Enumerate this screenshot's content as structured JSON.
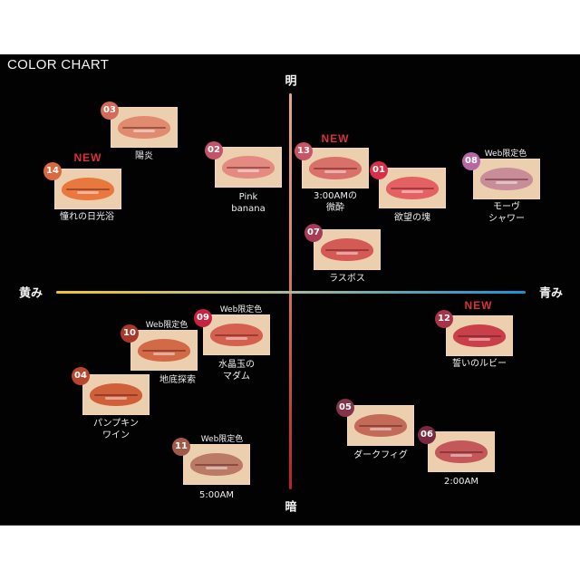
{
  "title": "COLOR CHART",
  "axes": {
    "top": "明",
    "bottom": "暗",
    "left": "黄み",
    "right": "青み"
  },
  "tags": {
    "new": "NEW",
    "web_limited": "Web限定色"
  },
  "swatches": [
    {
      "id": "03",
      "name_line1": "陽炎",
      "name_line2": "",
      "badge_color": "#d46a5a",
      "lip_color": "#e08a70",
      "tag": ""
    },
    {
      "id": "14",
      "name_line1": "憧れの日光浴",
      "name_line2": "",
      "badge_color": "#d96a40",
      "lip_color": "#e8783e",
      "tag": "NEW"
    },
    {
      "id": "02",
      "name_line1": "Pink",
      "name_line2": "banana",
      "badge_color": "#c2546a",
      "lip_color": "#e48a80",
      "tag": ""
    },
    {
      "id": "13",
      "name_line1": "3:00AMの",
      "name_line2": "微酔",
      "badge_color": "#c75565",
      "lip_color": "#d9706a",
      "tag": "NEW"
    },
    {
      "id": "01",
      "name_line1": "欲望の塊",
      "name_line2": "",
      "badge_color": "#d72f4a",
      "lip_color": "#e56063",
      "tag": ""
    },
    {
      "id": "08",
      "name_line1": "モーヴ",
      "name_line2": "シャワー",
      "badge_color": "#b668a6",
      "lip_color": "#c98d99",
      "tag": "Web限定色"
    },
    {
      "id": "07",
      "name_line1": "ラスボス",
      "name_line2": "",
      "badge_color": "#a93a55",
      "lip_color": "#d45a55",
      "tag": ""
    },
    {
      "id": "12",
      "name_line1": "誓いのルビー",
      "name_line2": "",
      "badge_color": "#a83348",
      "lip_color": "#c9404a",
      "tag": "NEW"
    },
    {
      "id": "09",
      "name_line1": "水晶玉の",
      "name_line2": "マダム",
      "badge_color": "#c8223f",
      "lip_color": "#d5604f",
      "tag": "Web限定色"
    },
    {
      "id": "10",
      "name_line1": "地底探索",
      "name_line2": "",
      "badge_color": "#a9382c",
      "lip_color": "#d26a48",
      "tag": "Web限定色"
    },
    {
      "id": "04",
      "name_line1": "パンプキン",
      "name_line2": "ワイン",
      "badge_color": "#b8452c",
      "lip_color": "#d0603a",
      "tag": ""
    },
    {
      "id": "11",
      "name_line1": "5:00AM",
      "name_line2": "",
      "badge_color": "#a15a48",
      "lip_color": "#bb7a66",
      "tag": "Web限定色"
    },
    {
      "id": "05",
      "name_line1": "ダークフィグ",
      "name_line2": "",
      "badge_color": "#84344a",
      "lip_color": "#c46a58",
      "tag": ""
    },
    {
      "id": "06",
      "name_line1": "2:00AM",
      "name_line2": "",
      "badge_color": "#7a2a40",
      "lip_color": "#c4575a",
      "tag": ""
    }
  ]
}
